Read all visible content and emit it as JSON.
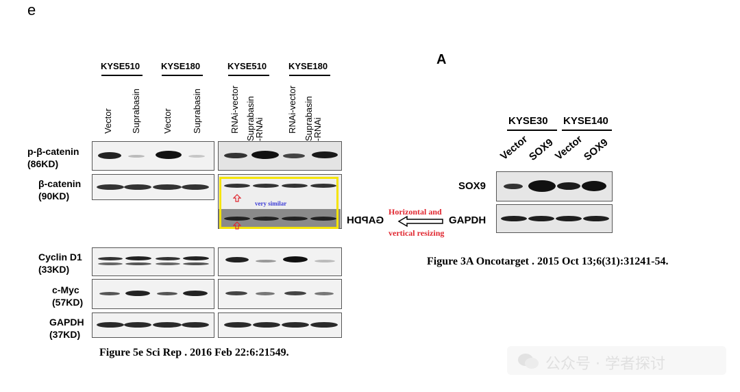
{
  "panel_letter_left": "e",
  "panel_letter_right": "A",
  "left_figure": {
    "groups": [
      "KYSE510",
      "KYSE180",
      "KYSE510",
      "KYSE180"
    ],
    "lanes": [
      "Vector",
      "Suprabasin",
      "Vector",
      "Suprabasin",
      "RNAi-vector",
      "Suprabasin\n-RNAi",
      "RNAi-vector",
      "Suprabasin\n-RNAi"
    ],
    "rows": [
      {
        "name": "p-β-catenin",
        "size": "(86KD)"
      },
      {
        "name": "β-catenin",
        "size": "(90KD)"
      },
      {
        "name": "Cyclin D1",
        "size": "(33KD)"
      },
      {
        "name": "c-Myc",
        "size": "(57KD)"
      },
      {
        "name": "GAPDH",
        "size": "(37KD)"
      }
    ],
    "caption": "Figure 5e Sci Rep . 2016 Feb 22:6:21549."
  },
  "annotation": {
    "very_similar": "very similar",
    "mirrored_label": "GAPDH",
    "resize_line1": "Horizontal and",
    "resize_line2": "vertical resizing",
    "target_label": "GAPDH",
    "highlight_color": "#f5e400",
    "annotation_red": "#e0262f",
    "annotation_blue": "#3b3bd6"
  },
  "right_figure": {
    "groups": [
      "KYSE30",
      "KYSE140"
    ],
    "lanes": [
      "Vector",
      "SOX9",
      "Vector",
      "SOX9"
    ],
    "rows": [
      "SOX9",
      "GAPDH"
    ],
    "caption": "Figure 3A Oncotarget . 2015 Oct 13;6(31):31241-54."
  },
  "watermark": "公众号 · 学者探讨"
}
